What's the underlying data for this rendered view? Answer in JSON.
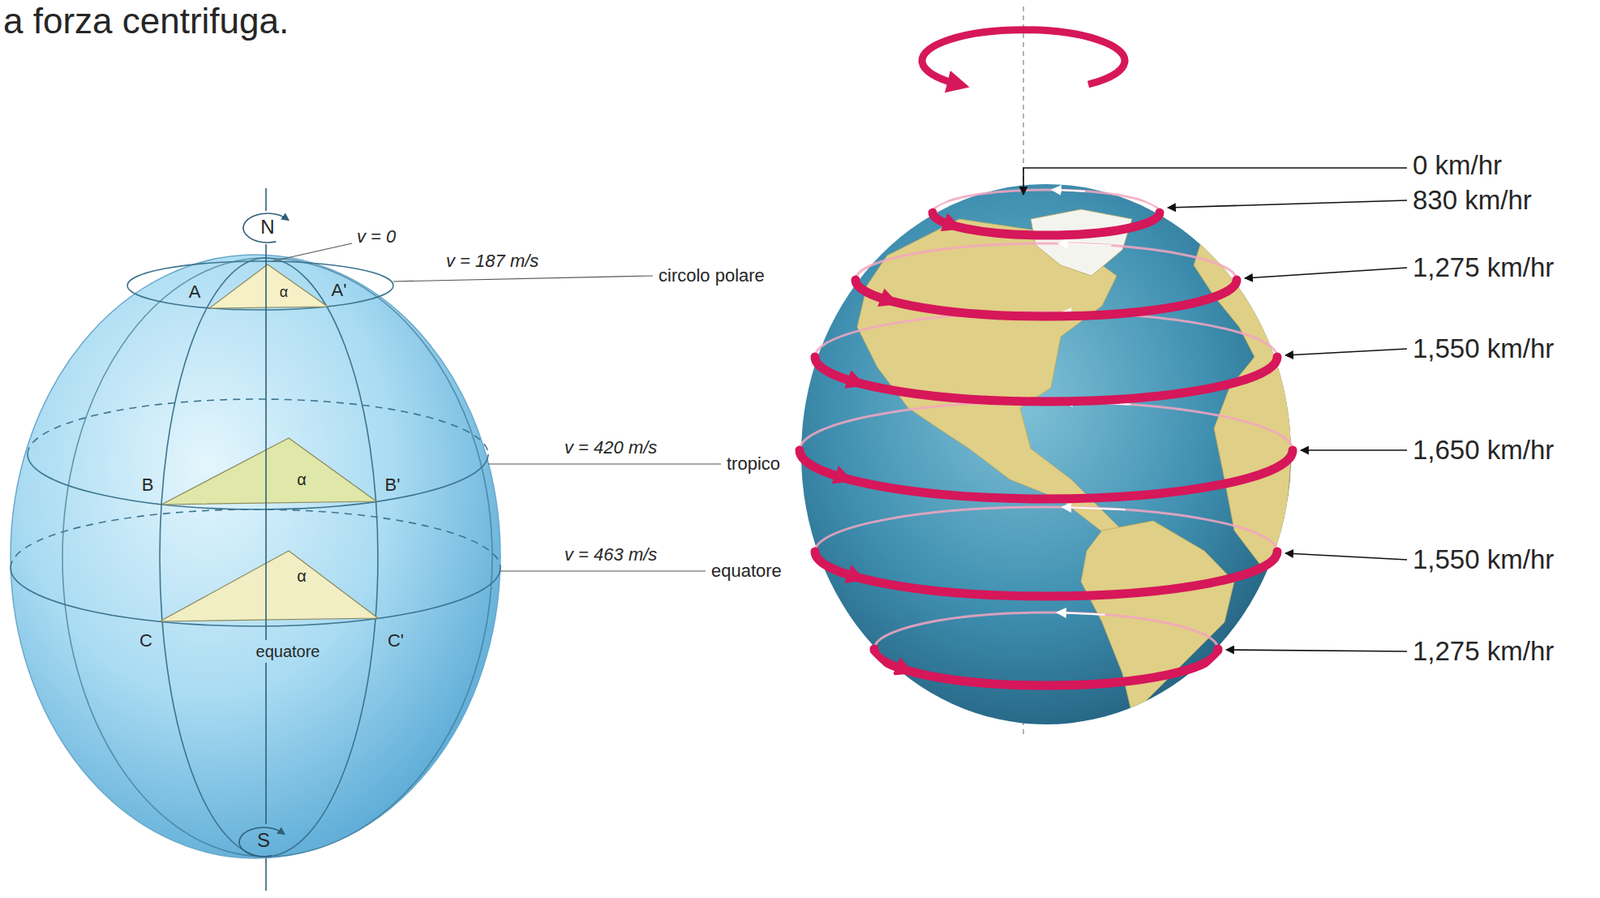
{
  "diagram": {
    "labels": [
      "a forza centrifuga.",
      "N",
      "v = 0",
      "A",
      "α",
      "A'",
      "v = 187 m/s",
      "circolo polare",
      "B",
      "α",
      "B'",
      "v = 420 m/s",
      "tropico",
      "α",
      "C",
      "C'",
      "equatore",
      "v = 463 m/s",
      "equatore",
      "S",
      "0 km/hr",
      "830 km/hr",
      "1,275 km/hr",
      "1,550 km/hr",
      "1,650 km/hr",
      "1,550 km/hr",
      "1,275 km/hr"
    ]
  }
}
